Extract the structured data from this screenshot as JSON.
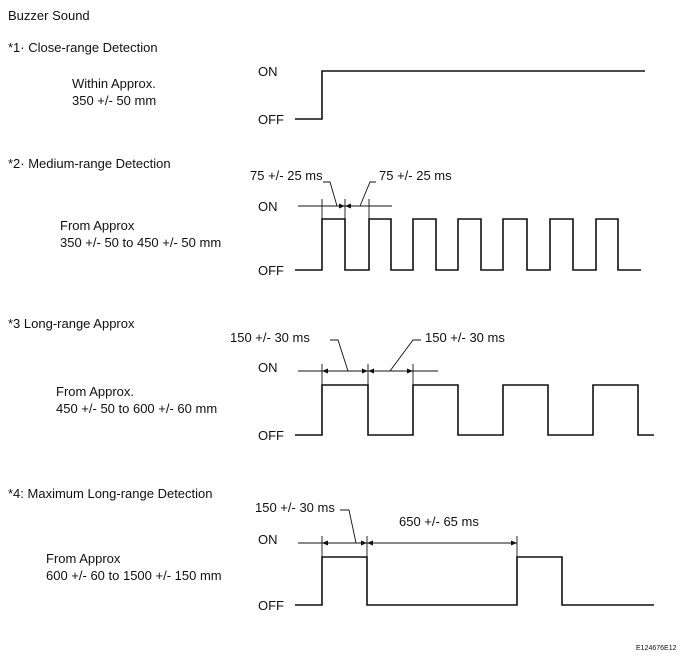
{
  "title": "Buzzer Sound",
  "figure_code": "E124676E12",
  "sections": [
    {
      "heading": "*1· Close-range Detection",
      "range_line1": "Within Approx.",
      "range_line2": "350 +/- 50 mm",
      "on_label": "ON",
      "off_label": "OFF",
      "timing_left": "",
      "timing_right": ""
    },
    {
      "heading": "*2· Medium-range Detection",
      "range_line1": "From Approx",
      "range_line2": "350 +/- 50 to 450 +/- 50 mm",
      "on_label": "ON",
      "off_label": "OFF",
      "timing_left": "75 +/- 25 ms",
      "timing_right": "75 +/- 25 ms"
    },
    {
      "heading": "*3  Long-range Approx",
      "range_line1": "From Approx.",
      "range_line2": "450 +/- 50 to 600 +/- 60 mm",
      "on_label": "ON",
      "off_label": "OFF",
      "timing_left": "150 +/- 30 ms",
      "timing_right": "150 +/- 30 ms"
    },
    {
      "heading": "*4: Maximum Long-range Detection",
      "range_line1": "From Approx",
      "range_line2": "600 +/- 60 to 1500 +/- 150 mm",
      "on_label": "ON",
      "off_label": "OFF",
      "timing_left": "150 +/- 30 ms",
      "timing_right": "650 +/- 65 ms"
    }
  ]
}
